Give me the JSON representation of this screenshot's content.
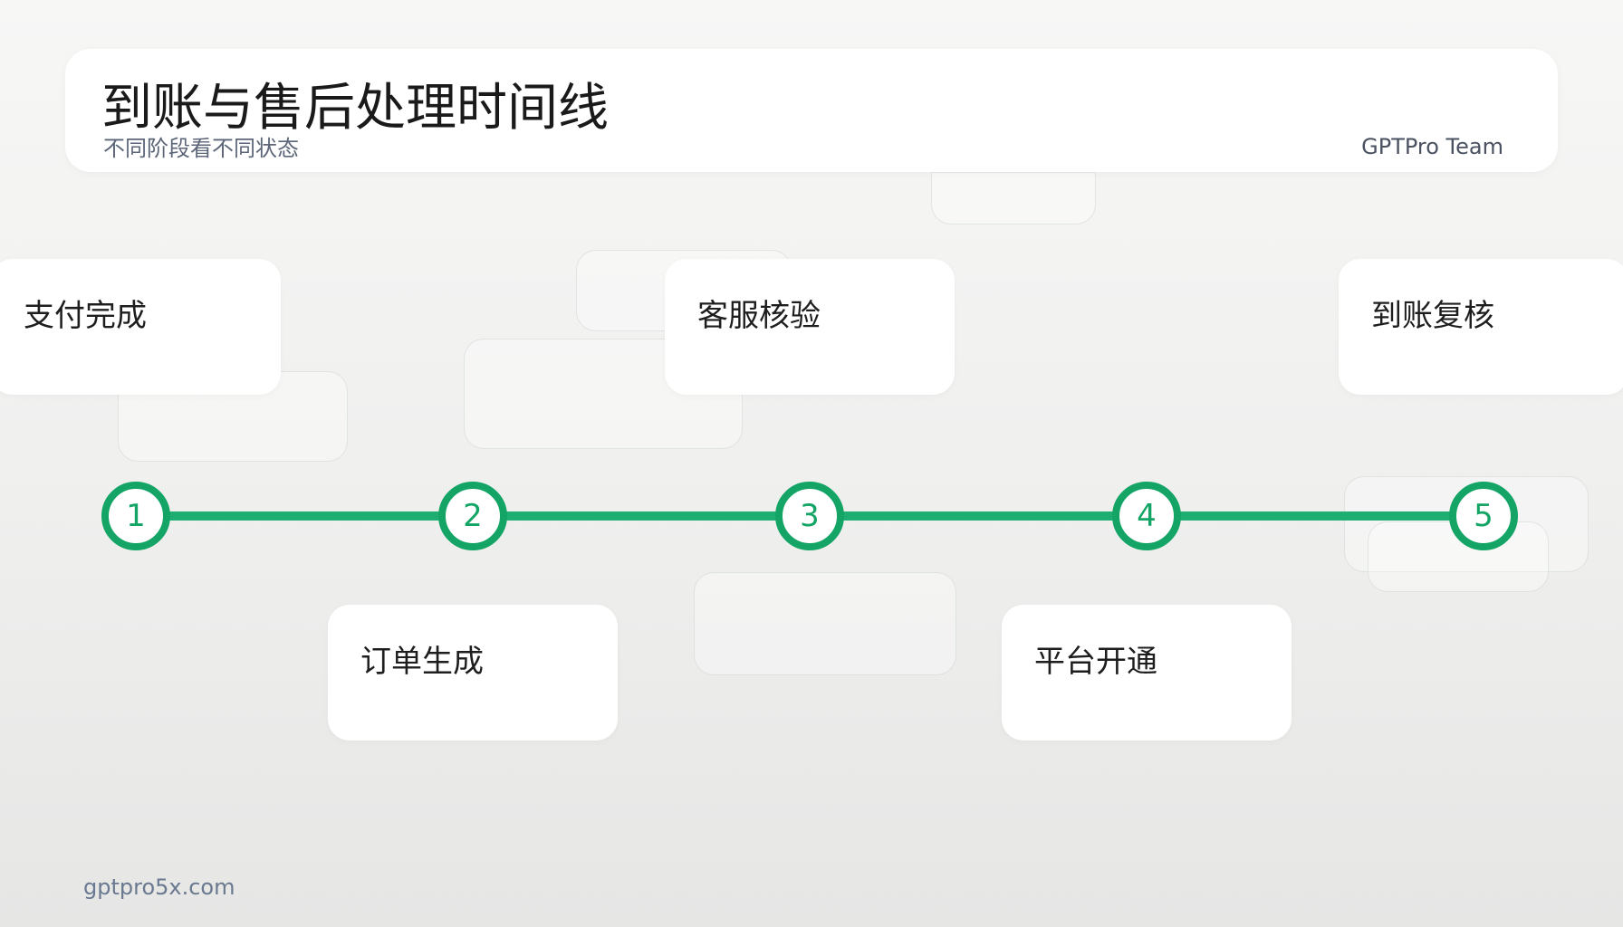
{
  "header": {
    "title": "到账与售后处理时间线",
    "subtitle": "不同阶段看不同状态",
    "team": "GPTPro Team"
  },
  "timeline": {
    "accent_color": "#14a566",
    "steps": [
      {
        "number": "1",
        "label": "支付完成"
      },
      {
        "number": "2",
        "label": "订单生成"
      },
      {
        "number": "3",
        "label": "客服核验"
      },
      {
        "number": "4",
        "label": "平台开通"
      },
      {
        "number": "5",
        "label": "到账复核"
      }
    ]
  },
  "footer": {
    "site": "gptpro5x.com"
  }
}
